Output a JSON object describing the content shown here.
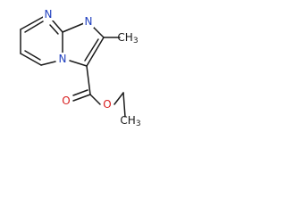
{
  "molecule": {
    "atoms": {
      "n_pyrimidine": {
        "label": "N",
        "color": "#1f3fbf"
      },
      "n_imidazole_top": {
        "label": "N",
        "color": "#1f3fbf"
      },
      "n_bridge": {
        "label": "N",
        "color": "#1f3fbf"
      },
      "methyl_ring": {
        "label": "CH",
        "sub": "3",
        "color": "#1a1a1a"
      },
      "o_carbonyl": {
        "label": "O",
        "color": "#d81e1e"
      },
      "o_ester": {
        "label": "O",
        "color": "#d81e1e"
      },
      "methyl_ethyl": {
        "label": "CH",
        "sub": "3",
        "color": "#1a1a1a"
      }
    }
  }
}
